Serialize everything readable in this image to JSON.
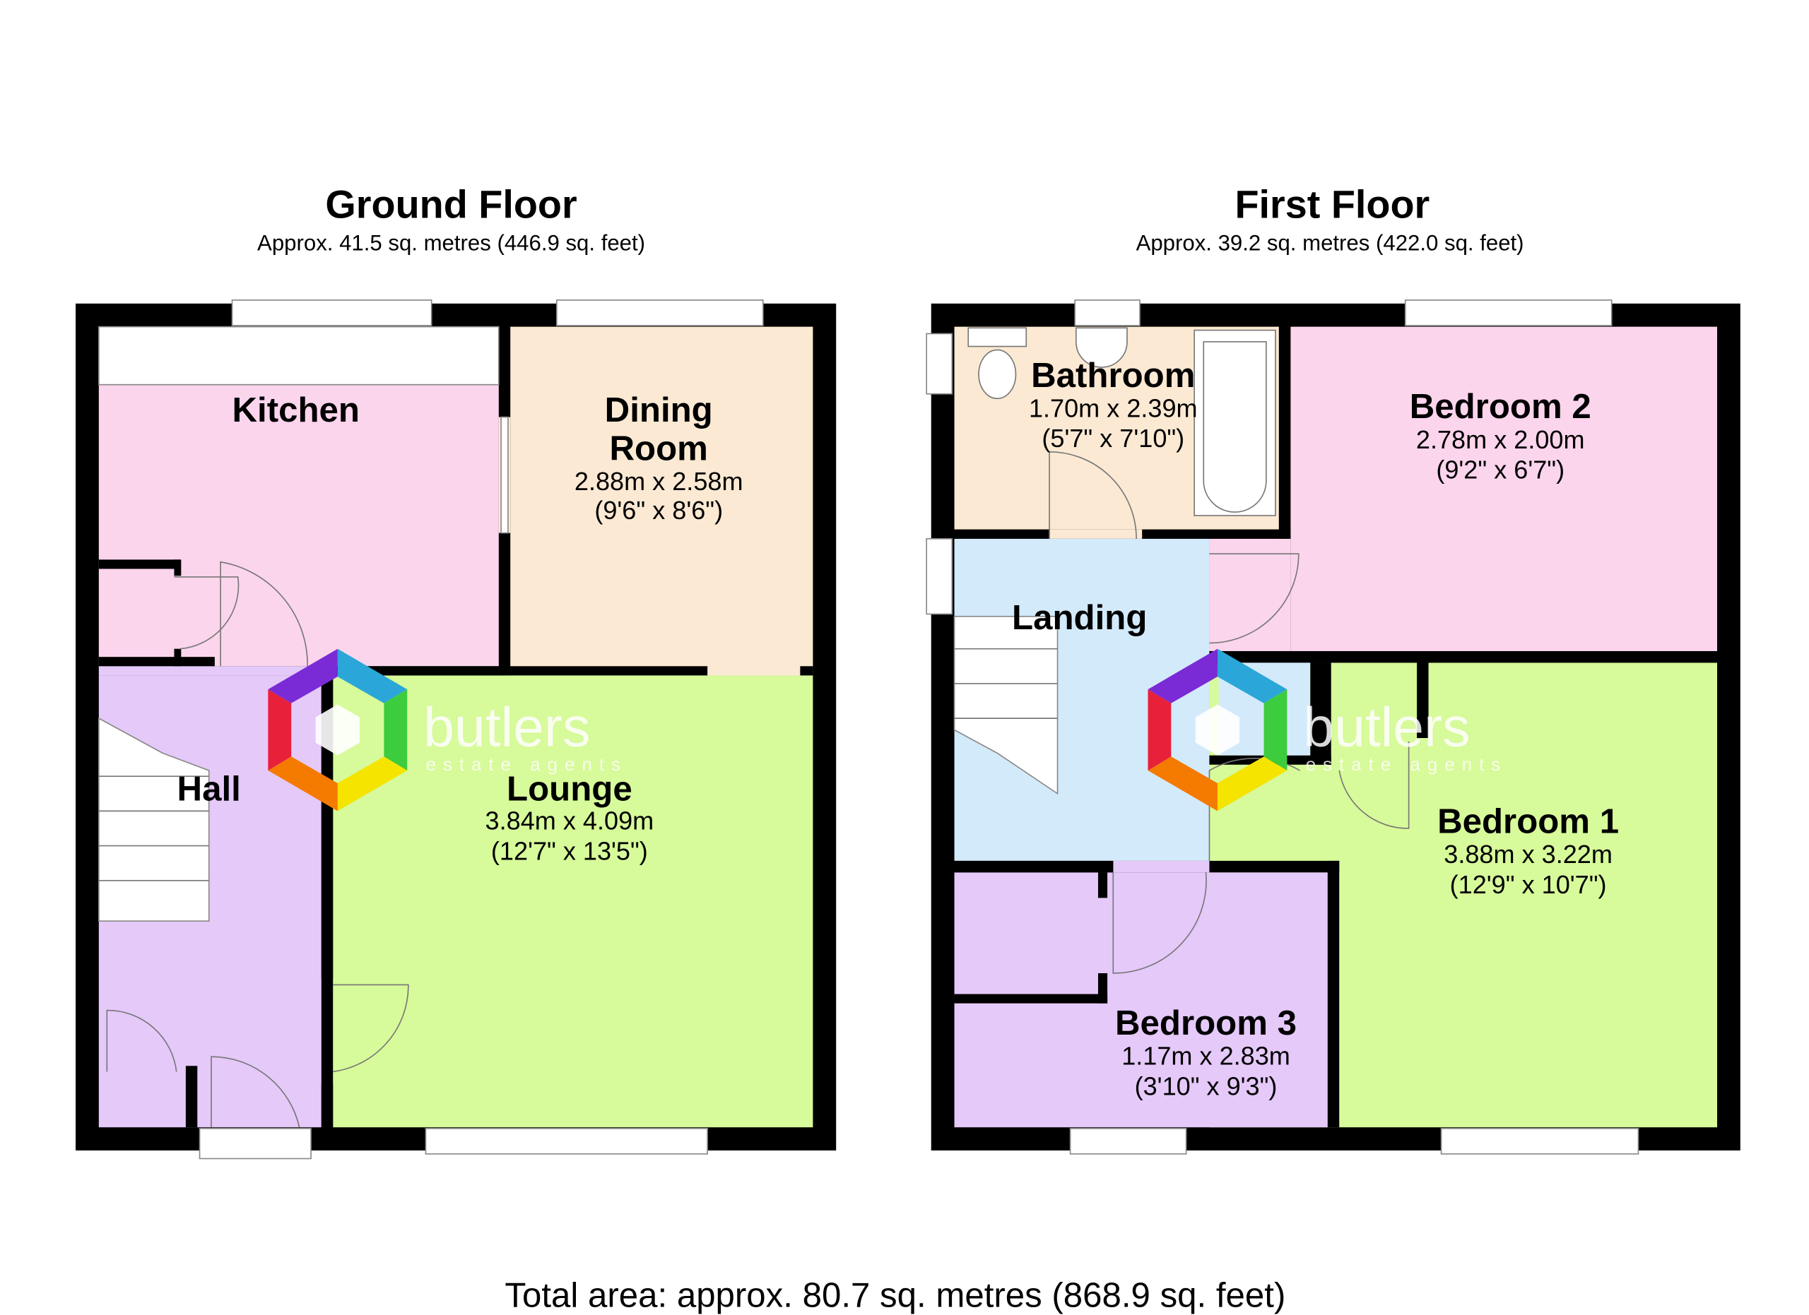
{
  "floors": [
    {
      "title": "Ground Floor",
      "area": "Approx. 41.5 sq. metres (446.9 sq. feet)",
      "rooms": [
        {
          "name": "Kitchen"
        },
        {
          "name": "Dining",
          "name2": "Room",
          "metric": "2.88m x 2.58m",
          "imperial": "(9'6\" x 8'6\")"
        },
        {
          "name": "Hall"
        },
        {
          "name": "Lounge",
          "metric": "3.84m x 4.09m",
          "imperial": "(12'7\" x 13'5\")"
        }
      ]
    },
    {
      "title": "First Floor",
      "area": "Approx. 39.2 sq. metres (422.0 sq. feet)",
      "rooms": [
        {
          "name": "Bathroom",
          "metric": "1.70m x 2.39m",
          "imperial": "(5'7\" x 7'10\")"
        },
        {
          "name": "Bedroom 2",
          "metric": "2.78m x 2.00m",
          "imperial": "(9'2\" x 6'7\")"
        },
        {
          "name": "Landing"
        },
        {
          "name": "Bedroom 1",
          "metric": "3.88m x 3.22m",
          "imperial": "(12'9\" x 10'7\")"
        },
        {
          "name": "Bedroom 3",
          "metric": "1.17m x 2.83m",
          "imperial": "(3'10\" x 9'3\")"
        }
      ]
    }
  ],
  "total_area": "Total area: approx. 80.7 sq. metres (868.9 sq. feet)",
  "logo": {
    "word": "butlers",
    "tagline": "estate agents"
  },
  "colors": {
    "pink": "#fbd5ec",
    "peach": "#fbe9d3",
    "lilac": "#e5c9f9",
    "green": "#d7fa9a",
    "blue": "#d3eafb"
  }
}
